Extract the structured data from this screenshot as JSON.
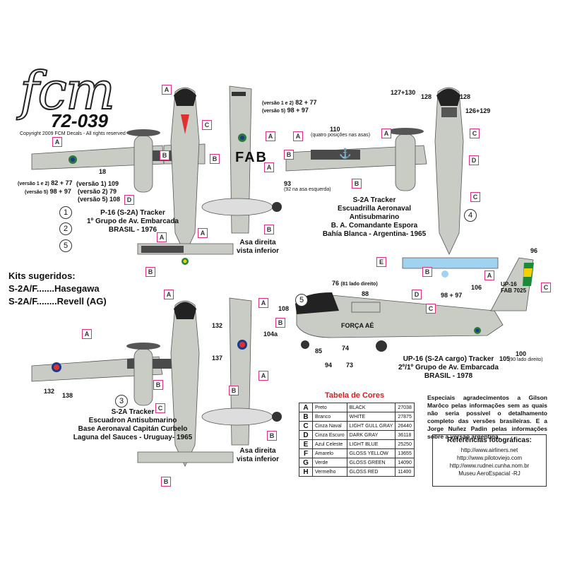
{
  "brand": {
    "logo": "fcm",
    "code": "72-039",
    "copyright": "Copyright 2009 FCM Decals - All rights reserved"
  },
  "plate1": {
    "caption": [
      "P-16 (S-2A) Tracker",
      "1º Grupo de Av. Embarcada",
      "BRASIL - 1976"
    ],
    "numbers": {
      "v12": "(versão 1 e 2)",
      "v12val": "82 + 77",
      "v5": "(versão 5)",
      "v5val": "98 + 97",
      "l109": "(versão 1) 109",
      "l79": "(versão 2) 79",
      "l108": "(versão 5) 108",
      "n18": "18"
    },
    "circles": [
      "1",
      "2",
      "5"
    ],
    "wing_caption": [
      "Asa direita",
      "vista inferior"
    ],
    "fab": "FAB",
    "n93": "93",
    "n93note": "(92 na asa esquerda)"
  },
  "plate4": {
    "caption": [
      "S-2A Tracker",
      "Escuadrilla Aeronaval",
      "Antisubmarino",
      "B. A. Comandante Espora",
      "Bahía Blanca - Argentina- 1965"
    ],
    "nums": [
      "127+130",
      "128",
      "128",
      "126+129",
      "110",
      "(quatro posições nas asas)"
    ],
    "circle": "4"
  },
  "plate3": {
    "caption": [
      "S-2A Tracker",
      "Escuadron Antisubmarino",
      "Base Aeronaval Capitán Curbelo",
      "Laguna del Sauces - Uruguay- 1965"
    ],
    "nums": [
      "132",
      "138",
      "132",
      "137"
    ],
    "circle": "3",
    "wing_caption": [
      "Asa direita",
      "vista inferior"
    ]
  },
  "plate5": {
    "caption": [
      "UP-16 (S-2A cargo) Tracker",
      "2º/1º Grupo de Av. Embarcada",
      "BRASIL - 1978"
    ],
    "nums": {
      "n96": "96",
      "n106": "106",
      "n88": "88",
      "n76": "76",
      "n76note": "(81 lado direito)",
      "n9897": "98 + 97",
      "n108": "108",
      "n104a": "104a",
      "n85": "85",
      "n74": "74",
      "n94": "94",
      "n73": "73",
      "n105": "105",
      "n100": "100",
      "n100note": "(90 lado direito)"
    },
    "circle": "5",
    "forca": "FORÇA AÉ",
    "tail": "UP-16 FAB 7025"
  },
  "kits": {
    "title": "Kits sugeridos:",
    "items": [
      "S-2A/F.......Hasegawa",
      "S-2A/F........Revell (AG)"
    ]
  },
  "color_table": {
    "title": "Tabela de Cores",
    "rows": [
      [
        "A",
        "Preto",
        "BLACK",
        "27038"
      ],
      [
        "B",
        "Branco",
        "WHITE",
        "27875"
      ],
      [
        "C",
        "Cinza Naval",
        "LIGHT GULL GRAY",
        "26440"
      ],
      [
        "D",
        "Cinza Escuro",
        "DARK GRAY",
        "36118"
      ],
      [
        "E",
        "Azul Celeste",
        "LIGHT BLUE",
        "25250"
      ],
      [
        "F",
        "Amarelo",
        "GLOSS YELLOW",
        "13655"
      ],
      [
        "G",
        "Verde",
        "GLOSS GREEN",
        "14090"
      ],
      [
        "H",
        "Vermelho",
        "GLOSS RED",
        "11400"
      ]
    ]
  },
  "thanks": "Especiais agradecimentos a Gilson Marôco pelas informações sem as quais não seria possível o detalhamento completo das versões brasileiras. E a Jorge Nuñez Padin pelas informações sobre a versão argentina.",
  "refs": {
    "title": "Referências fotográficas:",
    "items": [
      "http://www.airliners.net",
      "http://www.pilotoviejo.com",
      "http://www.rudnei.cunha.nom.br",
      "Museu AeroEspacial -RJ"
    ]
  },
  "colors": {
    "gray": "#c9ccc4",
    "dark": "#4a4a4a",
    "black": "#222222",
    "blue": "#9fd3f0",
    "red": "#e03030",
    "yellow": "#f2d100",
    "green": "#1c8a3a",
    "pink": "#e0307a",
    "titleRed": "#d42020"
  },
  "callouts": {
    "A": "A",
    "B": "B",
    "C": "C",
    "D": "D",
    "E": "E"
  }
}
